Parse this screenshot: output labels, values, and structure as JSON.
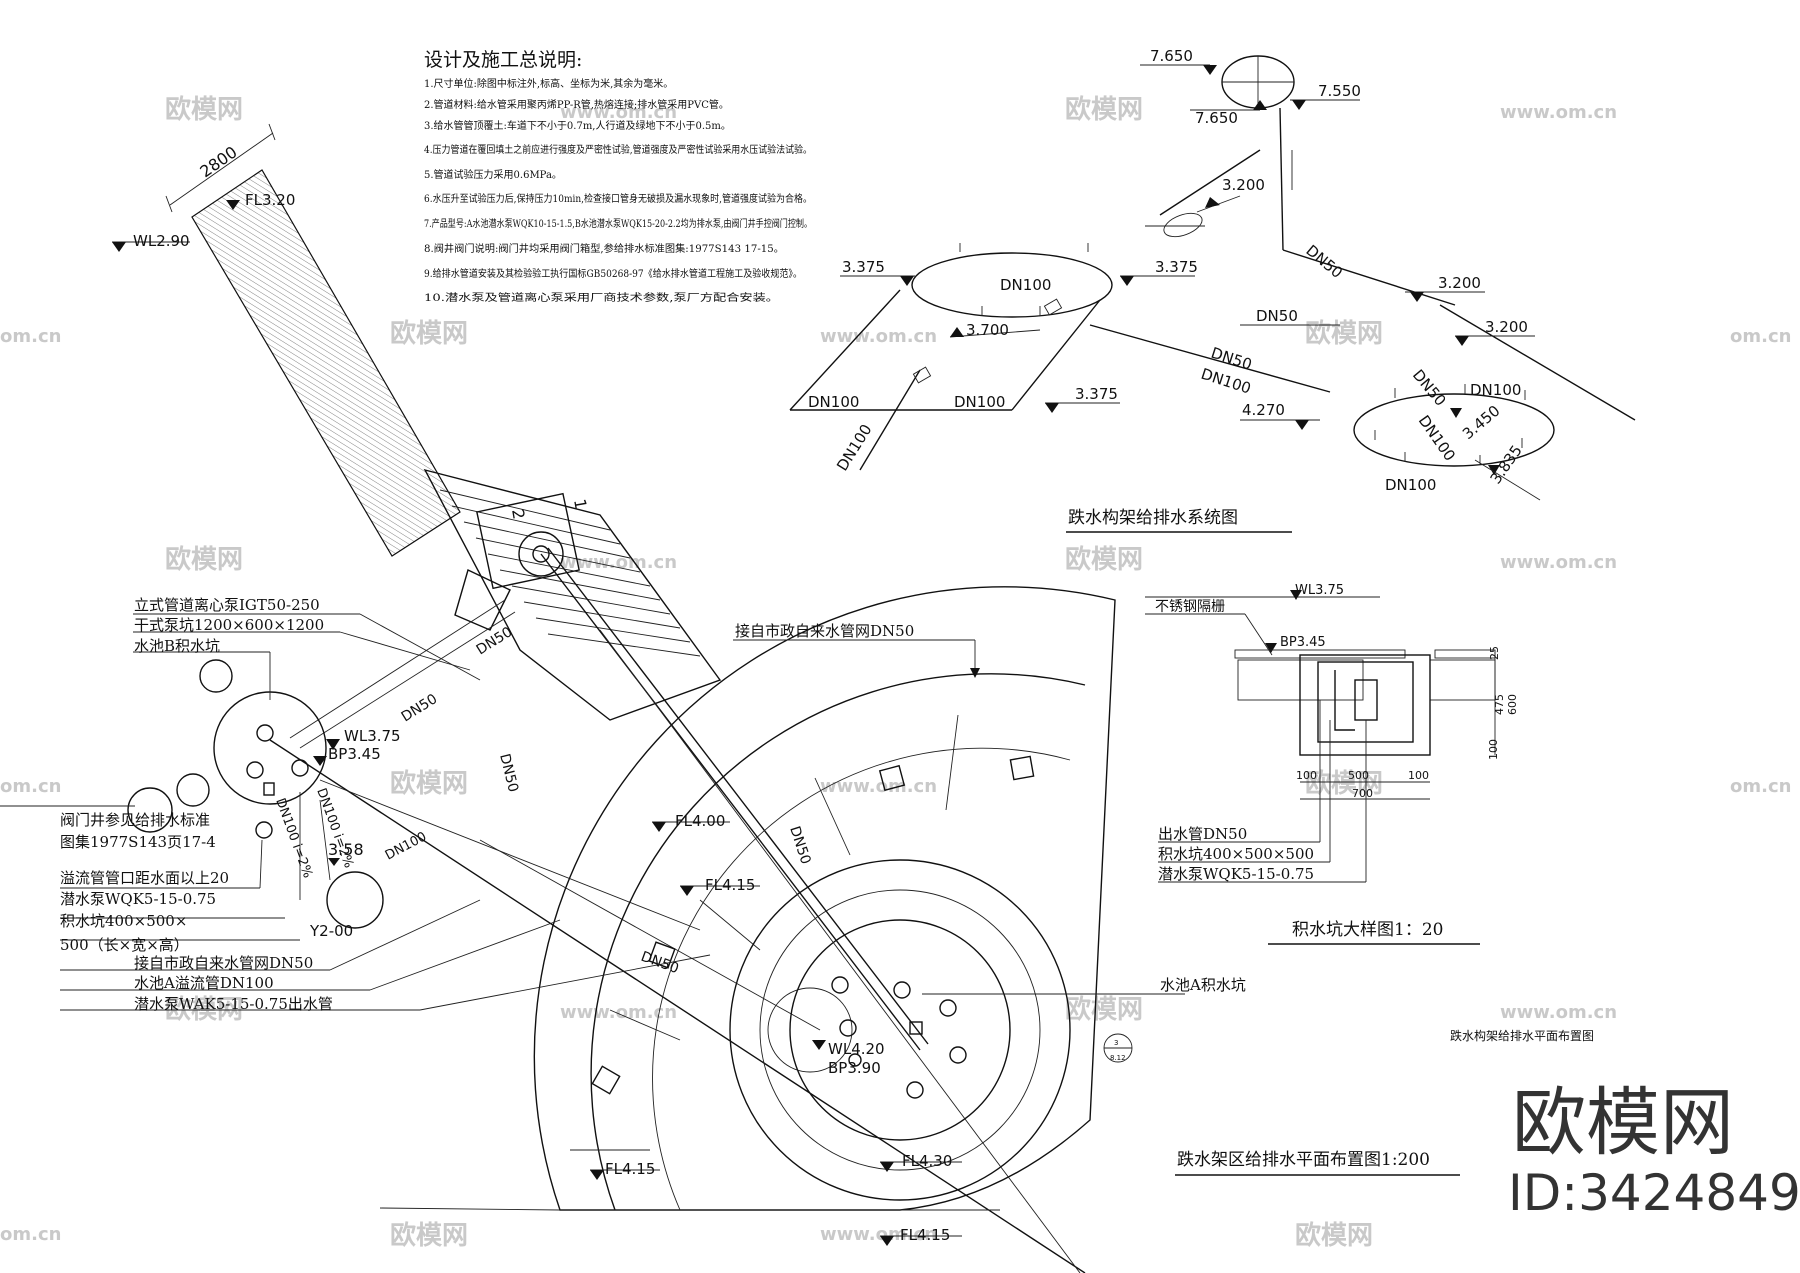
{
  "notes": {
    "title": "设计及施工总说明:",
    "items": [
      "1.尺寸单位:除图中标注外,标高、坐标为米,其余为毫米。",
      "2.管道材料:给水管采用聚丙烯PP-R管,热熔连接;排水管采用PVC管。",
      "3.给水管管顶覆土:车道下不小于0.7m,人行道及绿地下不小于0.5m。",
      "4.压力管道在覆回填土之前应进行强度及严密性试验,管道强度及严密性试验采用水压试验法试验。",
      "5.管道试验压力采用0.6MPa。",
      "6.水压升至试验压力后,保持压力10min,检查接口管身无破损及漏水现象时,管道强度试验为合格。",
      "7.产品型号:A水池潜水泵WQK10-15-1.5,B水池潜水泵WQK15-20-2.2均为排水泵,由阀门井手控阀门控制。",
      "8.阀井阀门说明:阀门井均采用阀门箱型,参给排水标准图集:1977S143 17-15。",
      "9.给排水管道安装及其检验验工执行国标GB50268-97《给水排水管道工程施工及验收规范》。",
      "10.潜水泵及管道离心泵采用厂商技术参数,泵厂方配合安装。"
    ]
  },
  "plan": {
    "dim_2800": "2800",
    "labels": {
      "fl320": "FL3.20",
      "wl290": "WL2.90",
      "fl400": "FL4.00",
      "fl415a": "FL4.15",
      "fl415b": "FL4.15",
      "fl430": "FL4.30",
      "fl415c": "FL4.15",
      "wl375": "WL3.75",
      "bp345": "BP3.45",
      "wl420": "WL4.20",
      "bp390": "BP3.90",
      "v358": "3.58",
      "y200": "Y2-00",
      "dn50a": "DN50",
      "dn50b": "DN50",
      "dn50c": "DN50",
      "dn50d": "DN50",
      "dn50e": "DN50",
      "dn100a": "DN100 i=2%",
      "dn100b": "DN100 i=2%",
      "dn100c": "DN100",
      "box1": "1",
      "box2": "2",
      "sec_num": "3",
      "sec_sub": "8.12"
    },
    "left_callouts": [
      "立式管道离心泵IGT50-250",
      "干式泵坑1200×600×1200",
      "水池B积水坑",
      "阀门井参见给排水标准",
      "图集1977S143页17-4",
      "溢流管管口距水面以上20",
      "潜水泵WQK5-15-0.75",
      "积水坑400×500×",
      "500（长×宽×高）",
      "接自市政自来水管网DN50",
      "水池A溢流管DN100",
      "潜水泵WAK5-15-0.75出水管"
    ],
    "top_callout": "接自市政自来水管网DN50",
    "right_callout": "水池A积水坑",
    "plan_caption_small": "跌水构架给排水平面布置图",
    "plan_title": "跌水架区给排水平面布置图1:200"
  },
  "system": {
    "title": "跌水构架给排水系统图",
    "elevations": {
      "e7650a": "7.650",
      "e7650b": "7.650",
      "e7550": "7.550",
      "e3200a": "3.200",
      "e3375a": "3.375",
      "e3375b": "3.375",
      "e3700": "3.700",
      "e3375c": "3.375",
      "e3200b": "3.200",
      "e3200c": "3.200",
      "e4270": "4.270",
      "e3450": "3.450",
      "e3835": "3.835"
    },
    "pipes": {
      "p1": "DN100",
      "p2": "DN50",
      "p3": "DN50",
      "p4": "DN50",
      "p5": "DN100",
      "p6": "DN100",
      "p7": "DN100",
      "p8": "DN100",
      "p9": "DN50",
      "p10": "DN100",
      "p11": "DN100",
      "p12": "DN100"
    }
  },
  "detail": {
    "title": "积水坑大样图1：20",
    "wl": "WL3.75",
    "bp": "BP3.45",
    "grate": "不锈钢隔栅",
    "d25": "25",
    "d475": "475",
    "d600": "600",
    "d100v": "100",
    "d100a": "100",
    "d500": "500",
    "d100b": "100",
    "d700": "700",
    "c1": "出水管DN50",
    "c2": "积水坑400×500×500",
    "c3": "潜水泵WQK5-15-0.75"
  },
  "watermark": {
    "brand": "欧模网",
    "site": "www.om.cn",
    "site_short": "om.cn",
    "id": "ID:3424849"
  }
}
